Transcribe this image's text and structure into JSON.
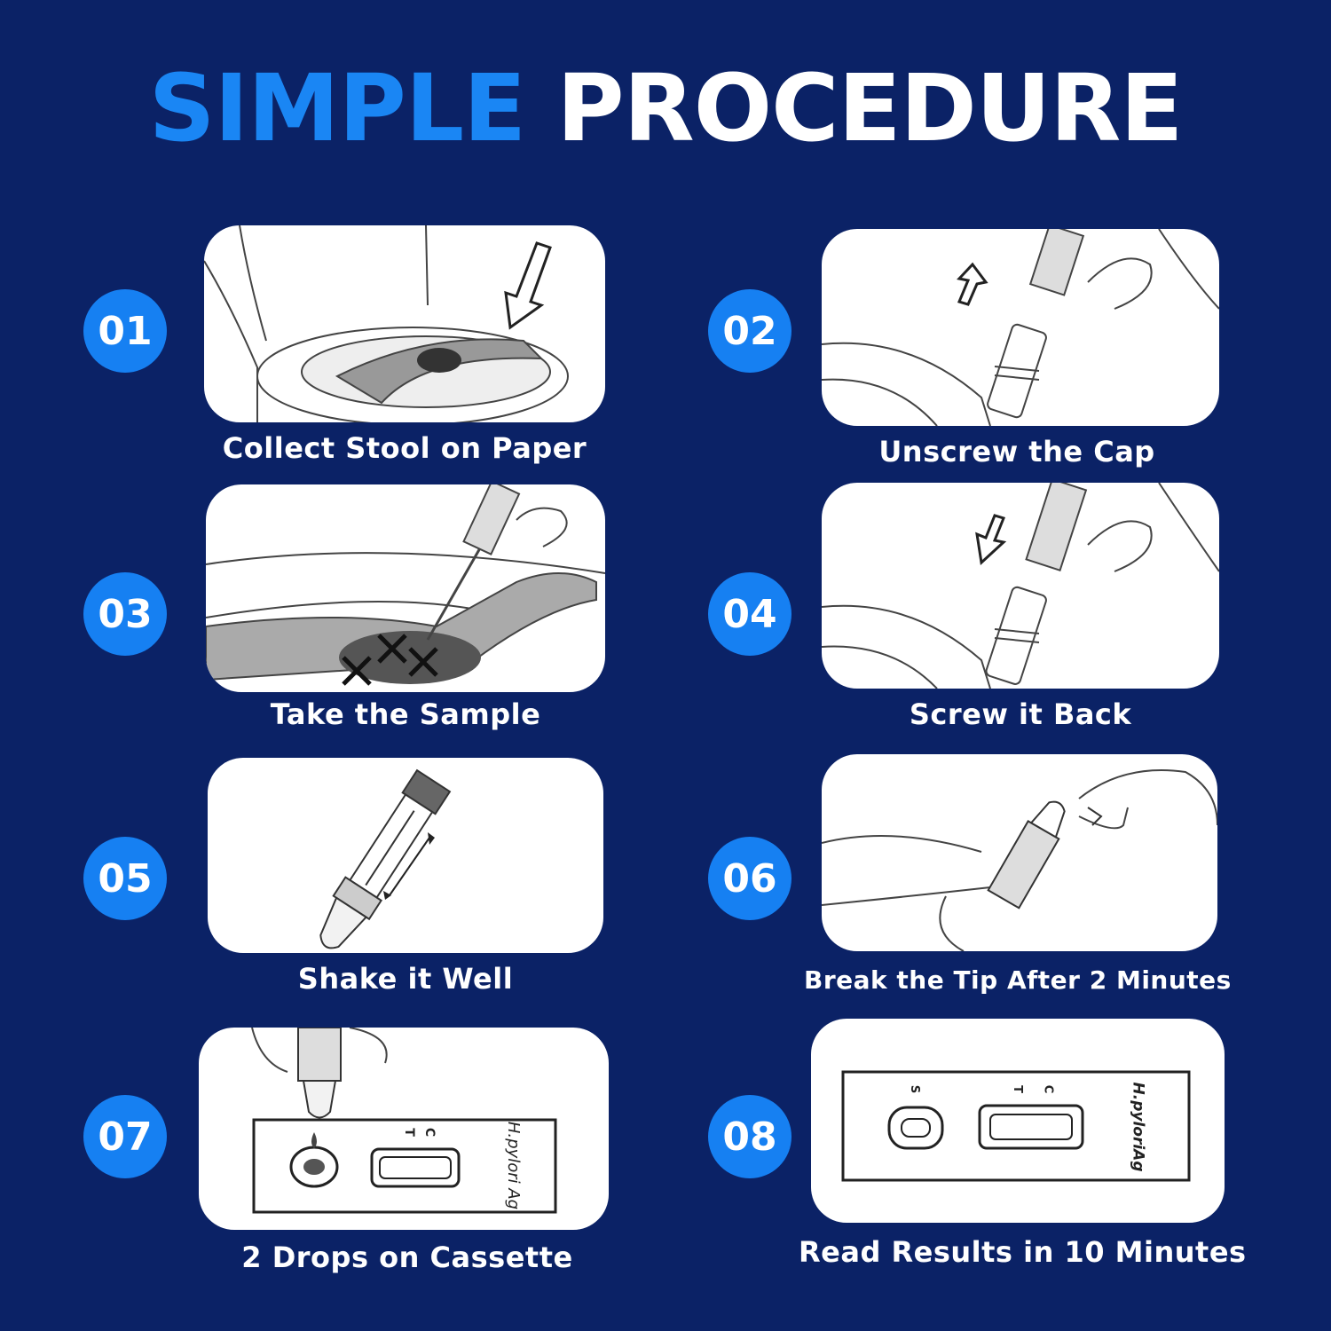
{
  "title": {
    "word1": "SIMPLE",
    "word2": "PROCEDURE"
  },
  "steps": [
    {
      "num": "01",
      "caption": "Collect Stool on Paper",
      "icon": "toilet-collect-icon"
    },
    {
      "num": "02",
      "caption": "Unscrew the Cap",
      "icon": "unscrew-cap-icon"
    },
    {
      "num": "03",
      "caption": "Take the Sample",
      "icon": "take-sample-icon"
    },
    {
      "num": "04",
      "caption": "Screw it Back",
      "icon": "screw-back-icon"
    },
    {
      "num": "05",
      "caption": "Shake it Well",
      "icon": "shake-tube-icon"
    },
    {
      "num": "06",
      "caption": "Break the Tip After 2 Minutes",
      "icon": "break-tip-icon"
    },
    {
      "num": "07",
      "caption": "2 Drops on Cassette",
      "icon": "drops-cassette-icon"
    },
    {
      "num": "08",
      "caption": "Read Results in 10 Minutes",
      "icon": "read-results-icon"
    }
  ],
  "cassette": {
    "brand": "H.pylori Ag",
    "brand_alt": "H.pyloriAg",
    "c": "C",
    "t": "T",
    "s": "S"
  },
  "colors": {
    "background": "#0b2266",
    "accent": "#1a86f4",
    "badge": "#1680f2",
    "panel": "#ffffff"
  }
}
